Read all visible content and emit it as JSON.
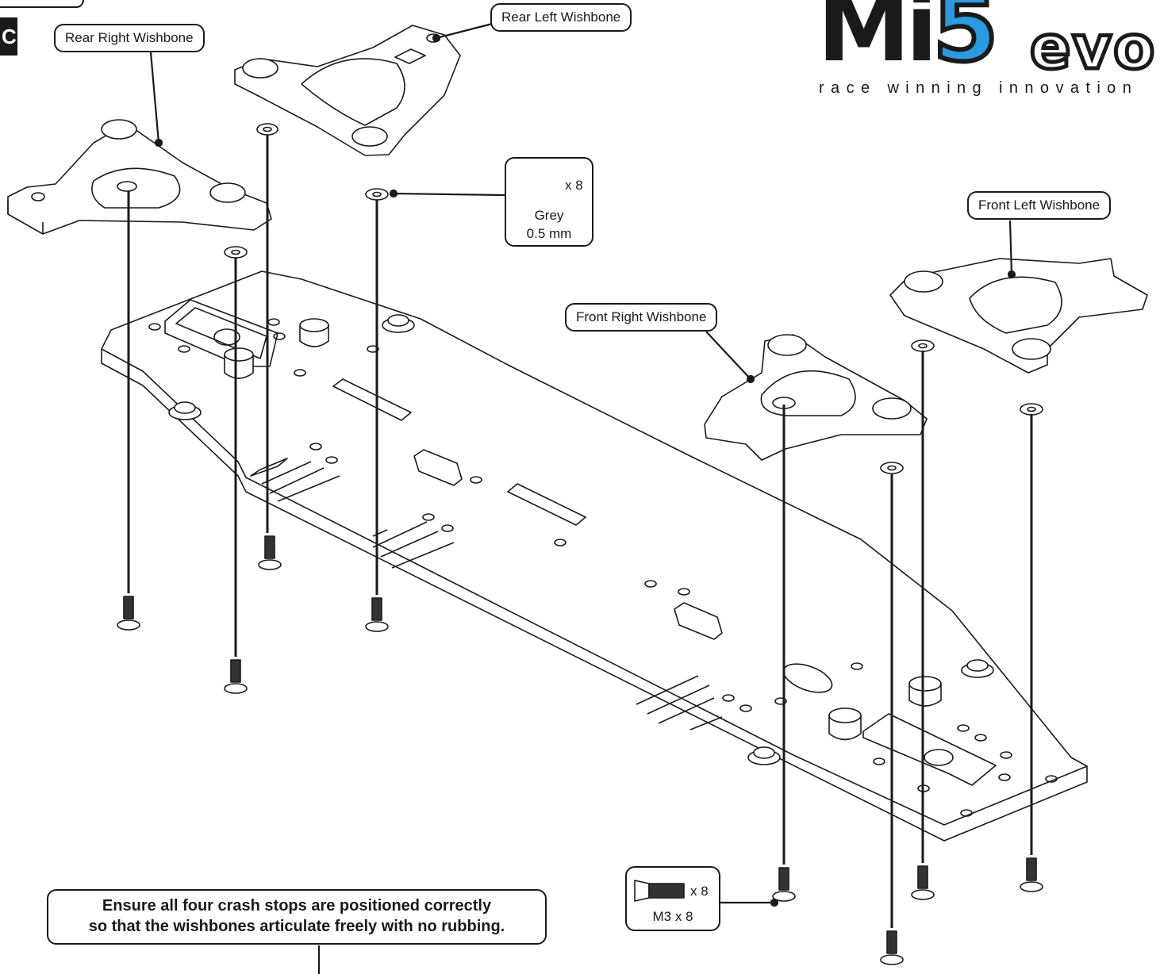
{
  "step": {
    "letter": "C"
  },
  "labels": {
    "rear_right": "Rear Right Wishbone",
    "rear_left": "Rear Left Wishbone",
    "front_right": "Front Right Wishbone",
    "front_left": "Front Left Wishbone"
  },
  "logo": {
    "model_prefix": "Mi",
    "model_number": "5",
    "suffix": "evo",
    "tagline": "race winning innovation",
    "accent_color": "#2a9be0"
  },
  "washer_callout": {
    "qty": "x 8",
    "color_name": "Grey",
    "thickness": "0.5 mm",
    "icon": "washer-icon"
  },
  "screw_callout": {
    "qty": "x 8",
    "spec": "M3 x 8",
    "icon": "countersunk-screw-icon"
  },
  "note": {
    "line1": "Ensure all four crash stops are positioned correctly",
    "line2": "so that the wishbones articulate freely with no rubbing."
  }
}
